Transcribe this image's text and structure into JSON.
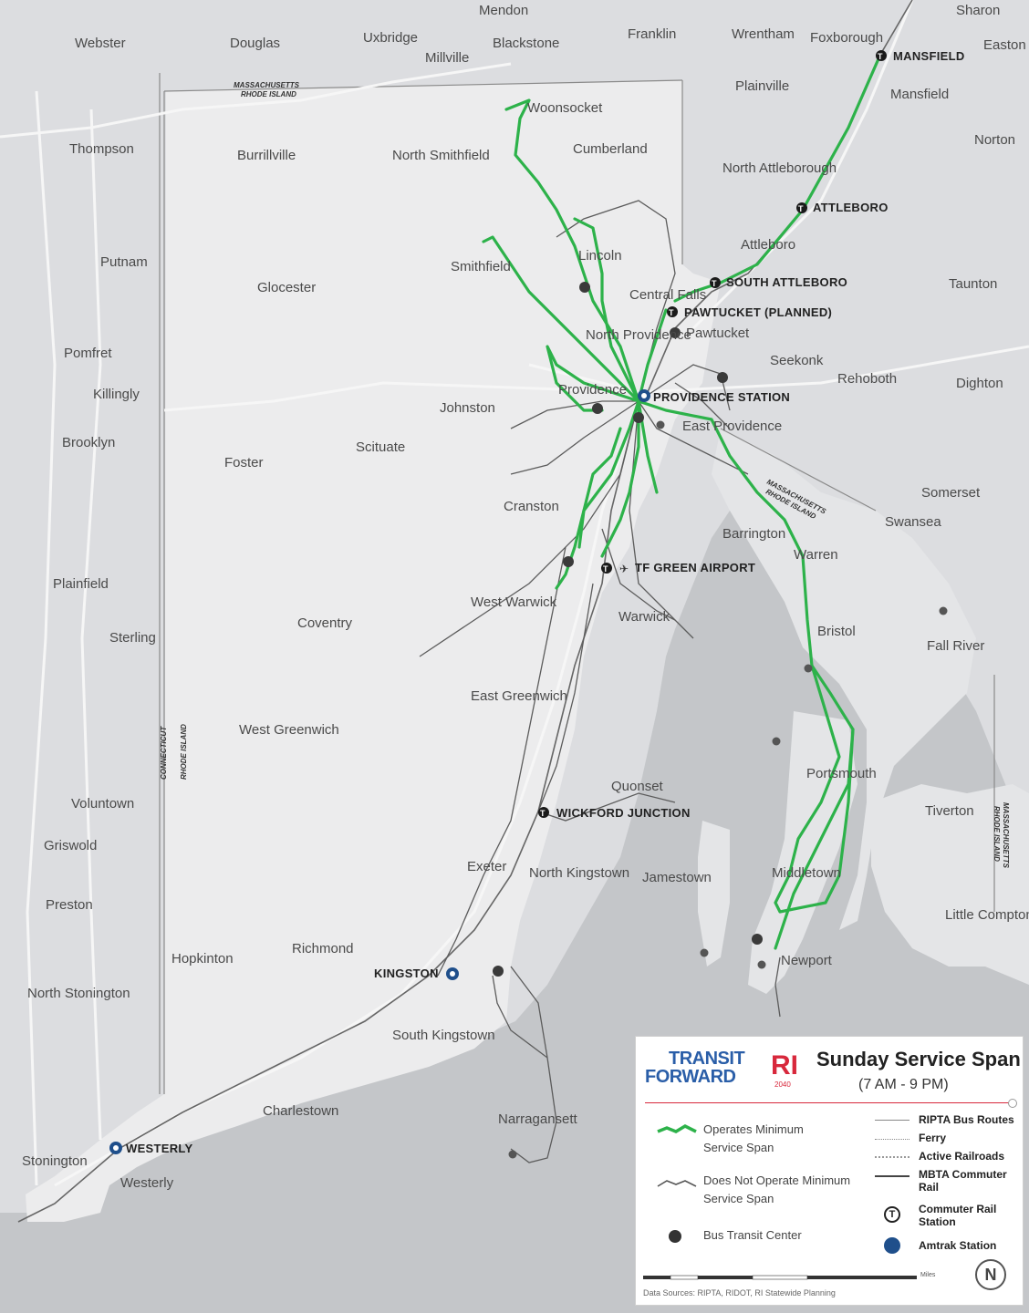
{
  "title": "Sunday Service Span",
  "subtitle": "(7 AM - 9 PM)",
  "logo": {
    "line1": "TRANSIT",
    "line2": "FORWARD",
    "mark": "RI",
    "year": "2040"
  },
  "colors": {
    "water": "#bfc2c6",
    "land_outside": "#dcdde0",
    "land_ri": "#eceded",
    "green_route": "#2db24a",
    "gray_route": "#5a5a5a",
    "commuter_rail": "#444444",
    "amtrak_blue": "#1f4f8b",
    "logo_blue": "#2a5ea8",
    "logo_red": "#d8283c"
  },
  "legend": {
    "left": [
      {
        "label": "Operates Minimum Service Span",
        "symbol": "green-line"
      },
      {
        "label": "Does Not Operate Minimum Service Span",
        "symbol": "gray-line"
      },
      {
        "label": "Bus Transit Center",
        "symbol": "bus-icon"
      }
    ],
    "right": [
      {
        "label": "RIPTA Bus Routes",
        "symbol": "thin-line"
      },
      {
        "label": "Ferry",
        "symbol": "dotted-line"
      },
      {
        "label": "Active Railroads",
        "symbol": "railroad-line"
      },
      {
        "label": "MBTA Commuter Rail",
        "symbol": "rail-line"
      },
      {
        "label": "Commuter Rail Station",
        "symbol": "t-icon"
      },
      {
        "label": "Amtrak Station",
        "symbol": "amtrak-icon"
      }
    ],
    "scale_unit": "Miles",
    "source": "Data Sources: RIPTA, RIDOT, RI Statewide Planning",
    "north": "N"
  },
  "state_labels": [
    {
      "line1": "MASSACHUSETTS",
      "line2": "RHODE ISLAND"
    },
    {
      "line1": "MASSACHUSETTS",
      "line2": "RHODE ISLAND"
    },
    {
      "line1": "CONNECTICUT",
      "line2": "RHODE ISLAND"
    },
    {
      "line1": "MASSACHUSETTS",
      "line2": "RHODE ISLAND"
    }
  ],
  "stations": [
    {
      "name": "MANSFIELD",
      "type": "commuter"
    },
    {
      "name": "ATTLEBORO",
      "type": "commuter"
    },
    {
      "name": "SOUTH ATTLEBORO",
      "type": "commuter"
    },
    {
      "name": "PAWTUCKET (PLANNED)",
      "type": "commuter"
    },
    {
      "name": "PROVIDENCE STATION",
      "type": "amtrak"
    },
    {
      "name": "TF GREEN AIRPORT",
      "type": "commuter"
    },
    {
      "name": "WICKFORD JUNCTION",
      "type": "commuter"
    },
    {
      "name": "KINGSTON",
      "type": "amtrak"
    },
    {
      "name": "WESTERLY",
      "type": "amtrak"
    }
  ],
  "towns": [
    "Mendon",
    "Sharon",
    "Webster",
    "Douglas",
    "Uxbridge",
    "Millville",
    "Blackstone",
    "Franklin",
    "Wrentham",
    "Foxborough",
    "Easton",
    "Plainville",
    "Mansfield",
    "Norton",
    "Thompson",
    "Burrillville",
    "North Smithfield",
    "Woonsocket",
    "Cumberland",
    "North Attleborough",
    "Putnam",
    "Glocester",
    "Smithfield",
    "Lincoln",
    "Attleboro",
    "Central Falls",
    "Taunton",
    "Pawtucket",
    "North Providence",
    "Pomfret",
    "Killingly",
    "Seekonk",
    "Rehoboth",
    "Dighton",
    "Johnston",
    "Providence",
    "East Providence",
    "Brooklyn",
    "Foster",
    "Scituate",
    "Somerset",
    "Cranston",
    "Swansea",
    "Barrington",
    "Warren",
    "Plainfield",
    "Coventry",
    "West Warwick",
    "Warwick",
    "Sterling",
    "Bristol",
    "Fall River",
    "East Greenwich",
    "West Greenwich",
    "Portsmouth",
    "Quonset",
    "Voluntown",
    "Tiverton",
    "Griswold",
    "Exeter",
    "North Kingstown",
    "Jamestown",
    "Middletown",
    "Preston",
    "Little Compton",
    "Richmond",
    "Hopkinton",
    "Newport",
    "North Stonington",
    "South Kingstown",
    "Charlestown",
    "Narragansett",
    "Stonington",
    "Westerly"
  ]
}
